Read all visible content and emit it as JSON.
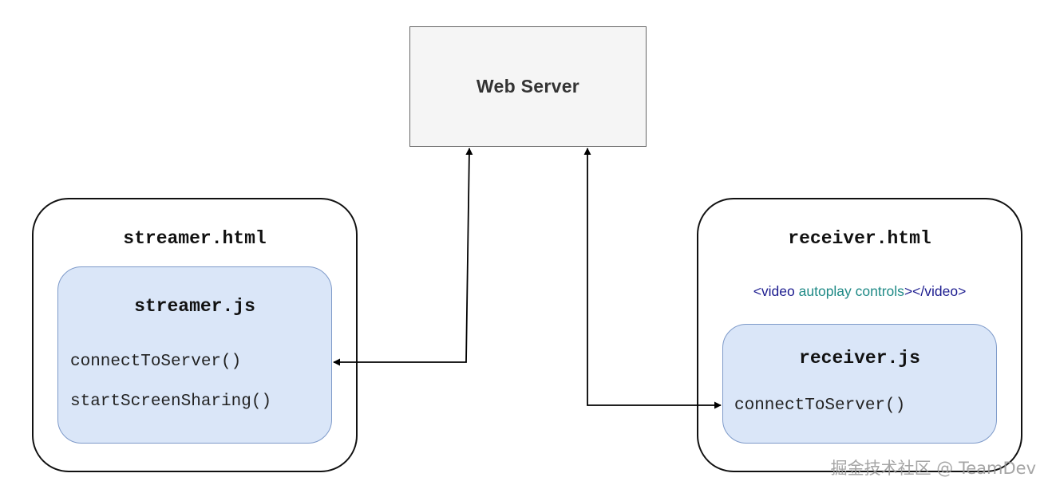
{
  "server": {
    "label": "Web Server"
  },
  "streamer": {
    "page_title": "streamer.html",
    "script_title": "streamer.js",
    "functions": [
      "connectToServer()",
      "startScreenSharing()"
    ]
  },
  "receiver": {
    "page_title": "receiver.html",
    "video_tag_open": "<video",
    "video_tag_attrs": " autoplay controls",
    "video_tag_close": "></video>",
    "script_title": "receiver.js",
    "functions": [
      "connectToServer()"
    ]
  },
  "watermark": "掘金技术社区 @ TeamDev",
  "colors": {
    "script_fill": "#dae6f8",
    "script_border": "#7e9ac9",
    "server_fill": "#f5f5f5",
    "tag_color": "#1c1c8f",
    "attr_color": "#1f8a86"
  }
}
